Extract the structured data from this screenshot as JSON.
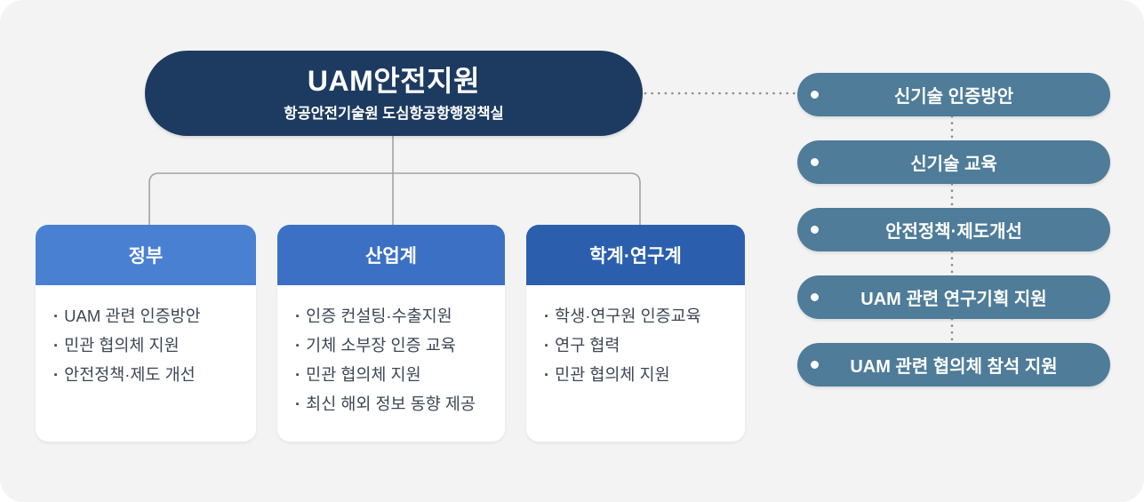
{
  "root_node": {
    "title": "UAM안전지원",
    "subtitle": "항공안전기술원 도심항공항행정책실"
  },
  "bullet": "·",
  "groups": [
    {
      "title": "정부",
      "items": [
        "UAM 관련 인증방안",
        "민관 협의체 지원",
        "안전정책·제도 개선"
      ]
    },
    {
      "title": "산업계",
      "items": [
        "인증 컨설팅·수출지원",
        "기체 소부장 인증 교육",
        "민관 협의체 지원",
        "최신 해외 정보 동향 제공"
      ]
    },
    {
      "title": "학계·연구계",
      "items": [
        "학생·연구원 인증교육",
        "연구 협력",
        "민관 협의체 지원"
      ]
    }
  ],
  "support_pills": [
    "신기술 인증방안",
    "신기술 교육",
    "안전정책·제도개선",
    "UAM 관련 연구기획 지원",
    "UAM 관련 협의체 참석 지원"
  ],
  "colors": {
    "canvas_bg": "#f3f3f4",
    "root_bg": "#1d3b60",
    "gov_header": "#4a80d2",
    "industry_header": "#3c70c4",
    "academia_header": "#2b5fae",
    "pill_bg": "#4e7c99",
    "connector": "#a3a3a3",
    "body_text": "#3e4654"
  }
}
